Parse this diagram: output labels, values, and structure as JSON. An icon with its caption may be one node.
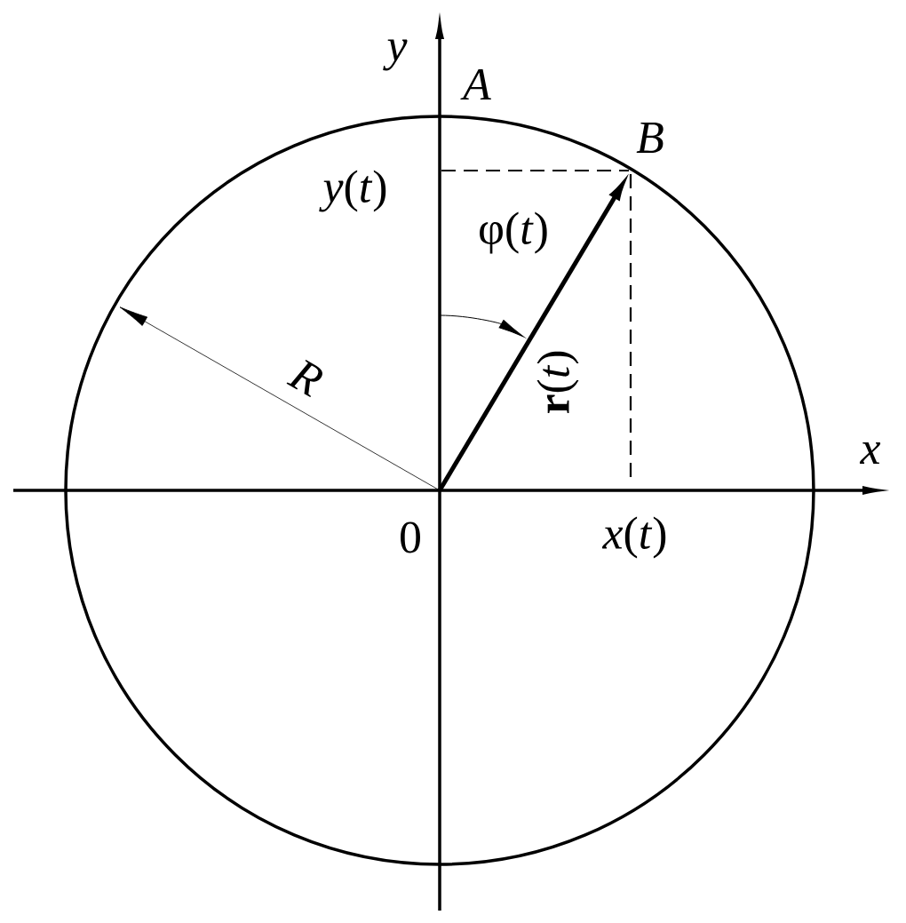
{
  "diagram": {
    "labels": [
      "y",
      "A",
      "B",
      "*y*(*t*)",
      "φ(*t*)",
      "R",
      "**r**(*t*)",
      "x",
      "0",
      "*x*(*t*)"
    ]
  }
}
